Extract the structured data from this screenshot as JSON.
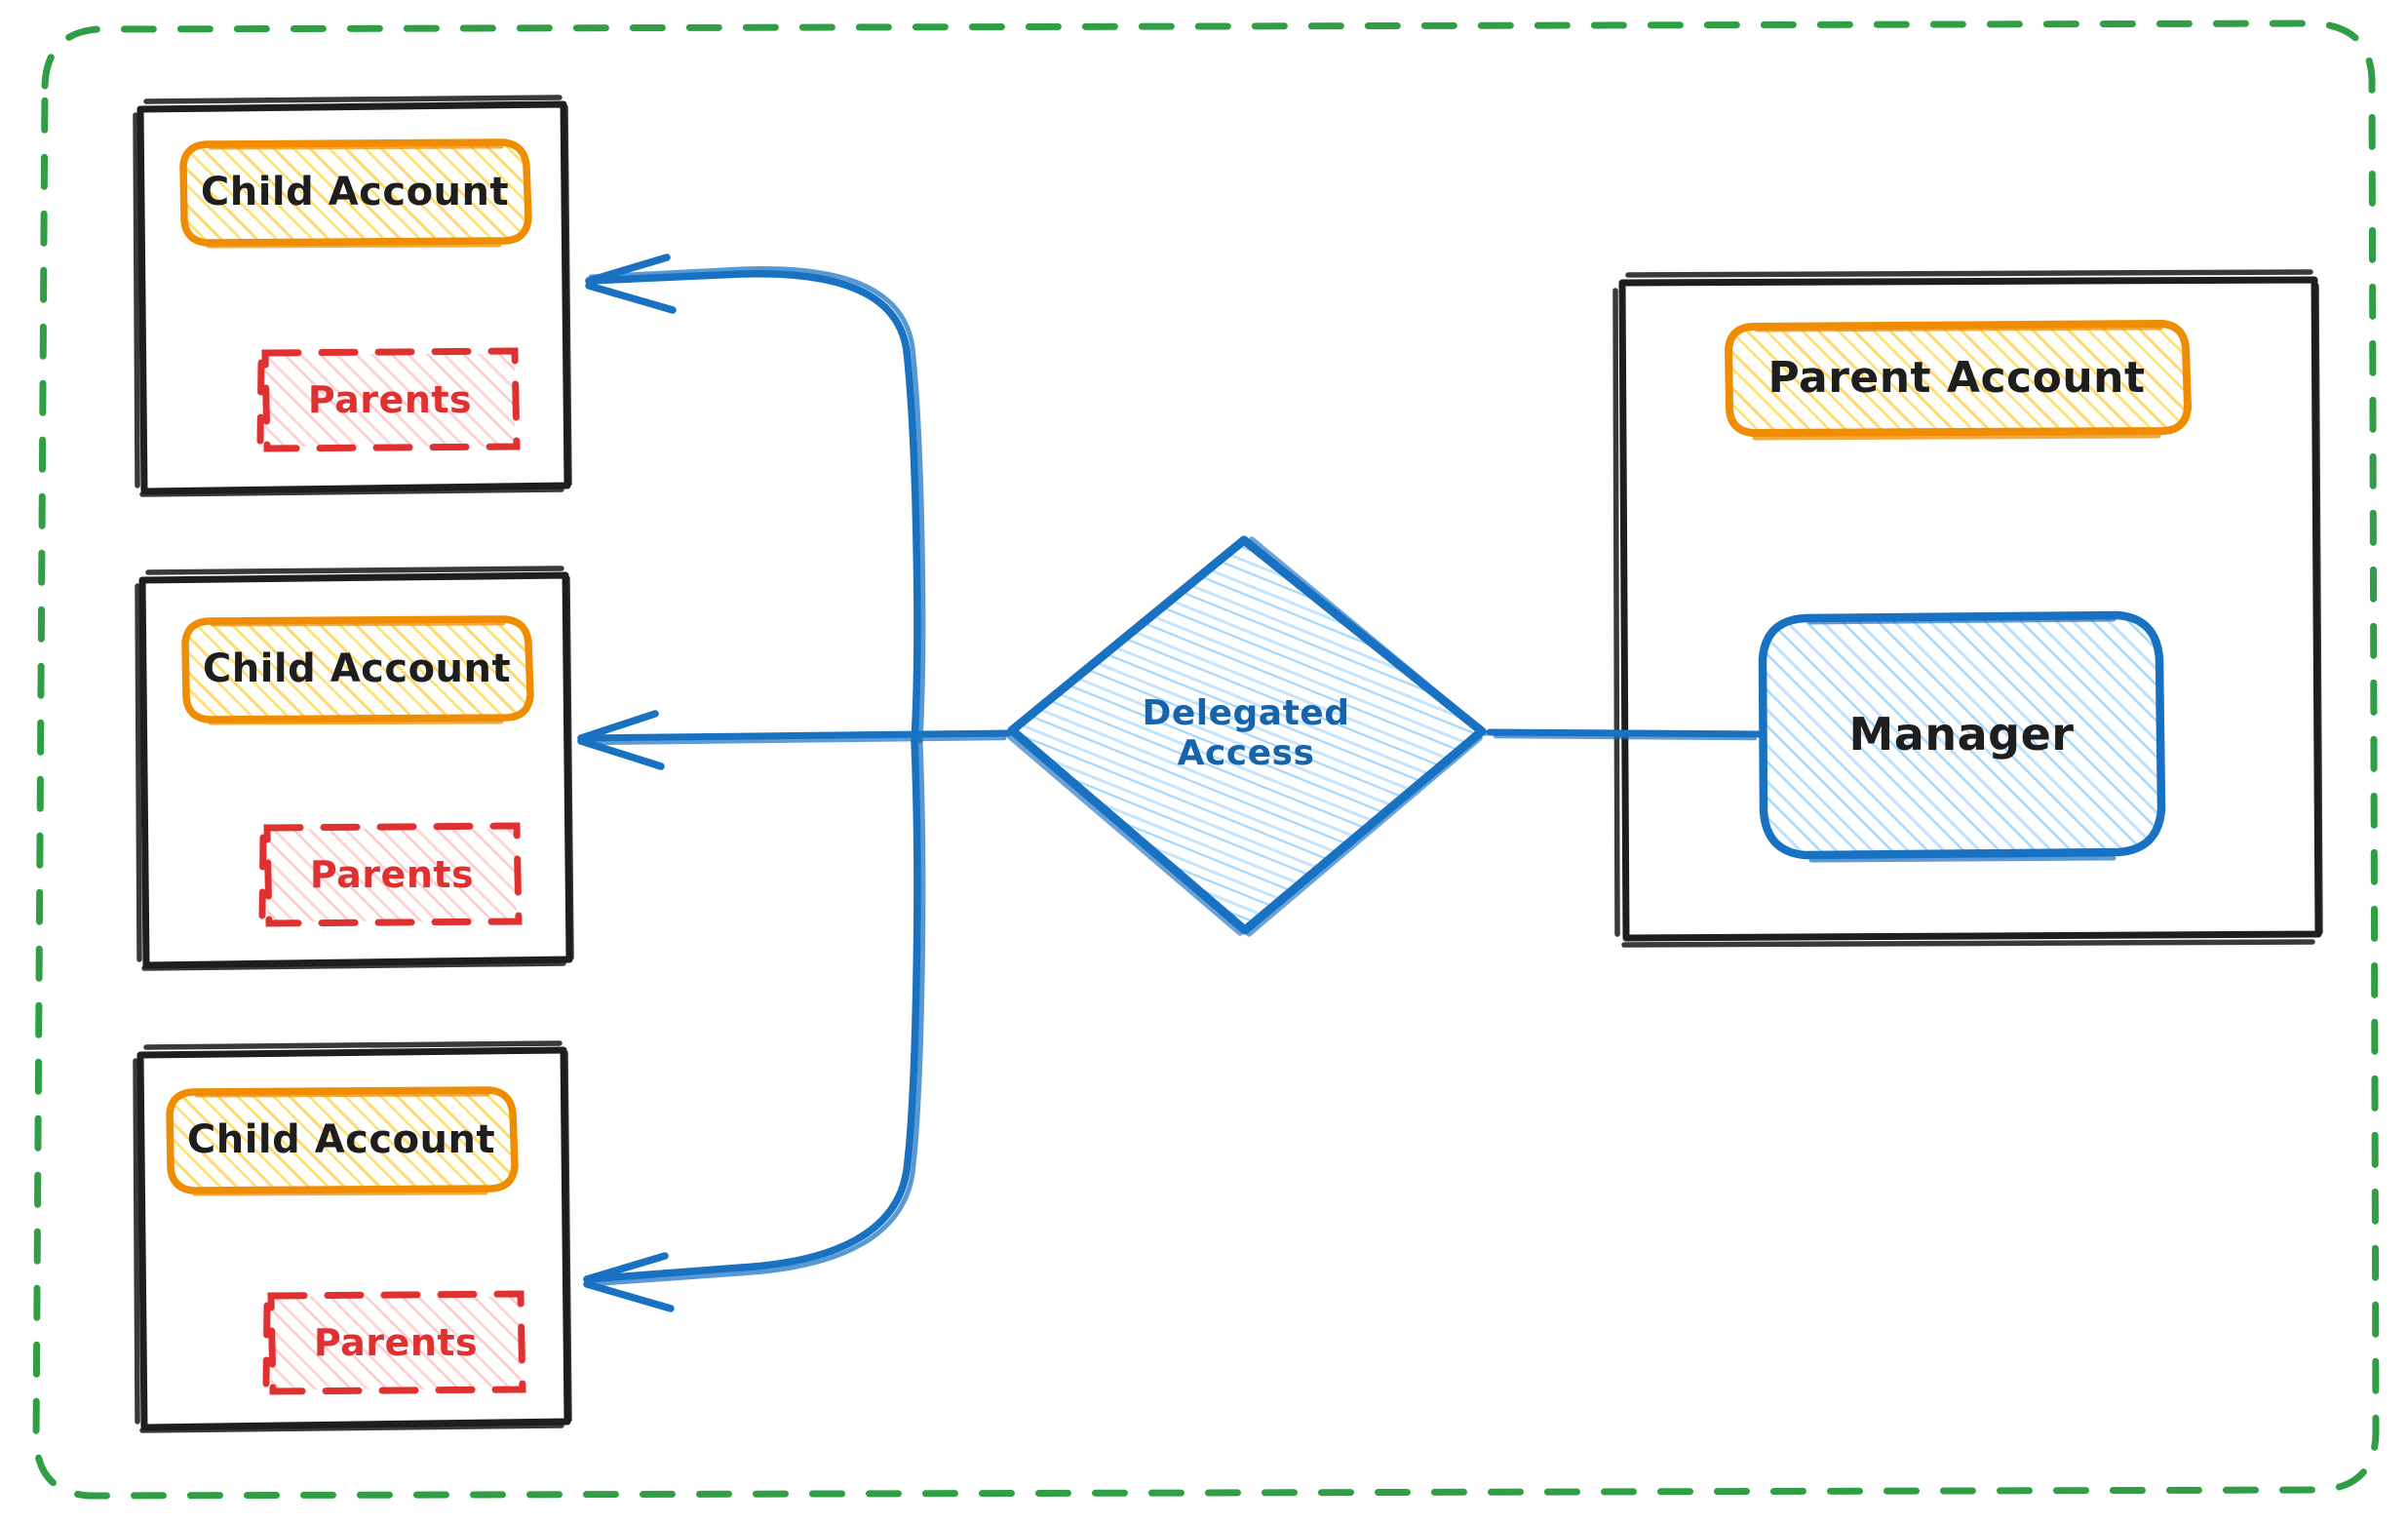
{
  "diagram": {
    "title": "Delegated Access",
    "style": "hand-drawn sketch",
    "background": "#ffffff",
    "outer_boundary": {
      "name": "organization-boundary",
      "stroke": "#2f9e44",
      "stroke_style": "dashed",
      "fill": "none"
    },
    "colors": {
      "black_stroke": "#1e1e1e",
      "orange_stroke": "#f08c00",
      "yellow_hachure": "#ffe066",
      "red_stroke": "#e03131",
      "red_hachure": "#ffc9c9",
      "blue_stroke": "#1971c2",
      "blue_hachure": "#a5d8ff",
      "blue_text": "#1864ab",
      "green_dashed": "#2f9e44",
      "arrow_color": "#1971c2"
    },
    "child_accounts": [
      {
        "container_label": "child-account-container-1",
        "account_label": "Child Account",
        "parents_label": "Parents"
      },
      {
        "container_label": "child-account-container-2",
        "account_label": "Child Account",
        "parents_label": "Parents"
      },
      {
        "container_label": "child-account-container-3",
        "account_label": "Child Account",
        "parents_label": "Parents"
      }
    ],
    "delegated_access": {
      "label": "Delegated\nAccess",
      "shape": "diamond"
    },
    "parent_container": {
      "parent_account_label": "Parent Account",
      "manager_label": "Manager"
    },
    "edges": [
      {
        "name": "manager-to-delegated-access",
        "from": "Manager",
        "to": "Delegated Access",
        "direction": "left"
      },
      {
        "name": "delegated-access-to-child-1",
        "from": "Delegated Access",
        "to": "Child Account 1",
        "direction": "left"
      },
      {
        "name": "delegated-access-to-child-2",
        "from": "Delegated Access",
        "to": "Child Account 2",
        "direction": "left"
      },
      {
        "name": "delegated-access-to-child-3",
        "from": "Delegated Access",
        "to": "Child Account 3",
        "direction": "left"
      }
    ]
  }
}
